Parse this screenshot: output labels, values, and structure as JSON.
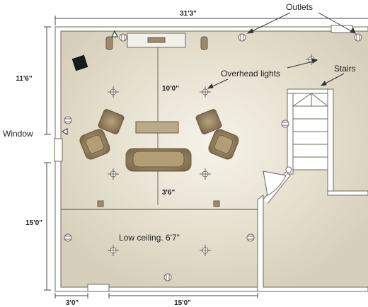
{
  "dimensions": {
    "top_width": "31'3\"",
    "left_upper": "11'6\"",
    "left_lower": "15'0\"",
    "bottom_left": "3'0\"",
    "bottom_right": "15'0\"",
    "center_upper": "10'0\"",
    "center_lower": "3'6\""
  },
  "labels": {
    "outlets": "Outlets",
    "overhead_lights": "Overhead lights",
    "stairs": "Stairs",
    "window": "Window",
    "low_ceiling": "Low ceiling. 6'7\""
  },
  "colors": {
    "floor": "#d9d3c0",
    "floor_center": "#f4f1e8",
    "wall": "#ffffff",
    "wall_edge": "#6f6a5c",
    "furniture": "#9c8a6c",
    "furniture_dark": "#6e5c40",
    "subwoofer": "#1a1a1a"
  }
}
